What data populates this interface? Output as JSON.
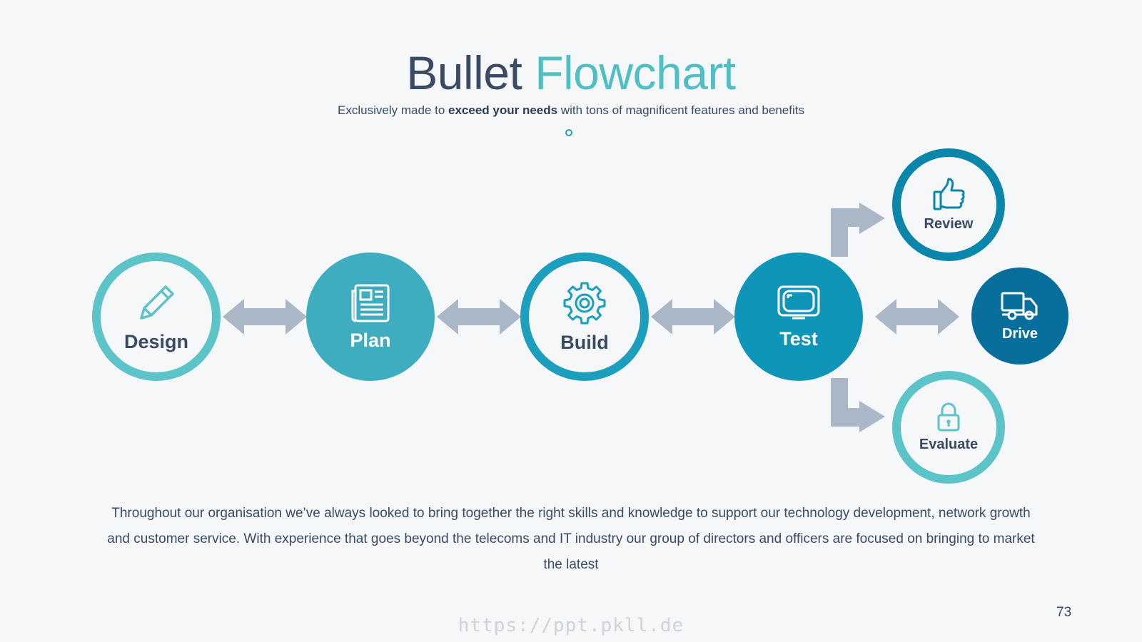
{
  "title": {
    "part1": "Bullet",
    "part2": "Flowchart"
  },
  "subtitle": {
    "pre": "Exclusively made to ",
    "bold": "exceed your needs",
    "post": " with tons of magnificent features and benefits"
  },
  "nodes": {
    "design": {
      "label": "Design",
      "icon": "pencil-icon"
    },
    "plan": {
      "label": "Plan",
      "icon": "newspaper-icon"
    },
    "build": {
      "label": "Build",
      "icon": "gear-icon"
    },
    "test": {
      "label": "Test",
      "icon": "monitor-icon"
    },
    "review": {
      "label": "Review",
      "icon": "thumbs-up-icon"
    },
    "drive": {
      "label": "Drive",
      "icon": "truck-icon"
    },
    "evaluate": {
      "label": "Evaluate",
      "icon": "lock-icon"
    }
  },
  "body_text": "Throughout our organisation we’ve always looked to bring together the right skills and knowledge to support our technology development, network growth and customer service. With experience that goes beyond the telecoms and IT industry our group of directors and officers are focused on bringing to market the latest",
  "page_number": "73",
  "watermark": "https://ppt.pkll.de",
  "colors": {
    "navy": "#3a4a63",
    "teal_light": "#5cc3c8",
    "teal": "#3dadbf",
    "teal_dark": "#0f95b8",
    "blue_dark": "#086f9c",
    "arrow_gray": "#aab7c6"
  }
}
